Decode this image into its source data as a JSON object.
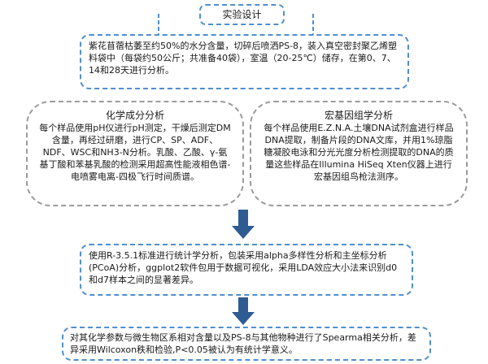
{
  "title": "实验设计",
  "step1": "紫花苜蓿枯萎至约50%的水分含量，切碎后喷洒PS-8，装入真空密封聚乙烯塑料袋中（每袋约50公斤；共准备40袋），室温（20-25℃）储存，在第0、7、14和28天进行分析。",
  "chemical": {
    "heading": "化学成分分析",
    "body": "每个样品使用pH仪进行pH测定，干燥后测定DM含量，再经过研磨，进行CP、SP、ADF、NDF、WSC和NH3-N分析。乳酸、乙酸、γ-氨基丁酸和苯基乳酸的检测采用超高性能液相色谱-电喷雾电离-四极飞行时间质谱。"
  },
  "metagenome": {
    "heading": "宏基因组学分析",
    "body": "每个样品使用E.Z.N.A.土壤DNA试剂盒进行样品DNA提取，制备片段的DNA文库，并用1%琼脂糖凝胶电泳和分光光度分析检测提取的DNA的质量这些样品在Illumina HiSeq Xten仪器上进行宏基因组鸟枪法测序。"
  },
  "step3": "使用R-3.5.1标准进行统计学分析，包装采用alpha多样性分析和主坐标分析(PCoA)分析，ggplot2软件包用于数据可视化，采用LDA效应大小法来识别d0和d7样本之间的显著差异。",
  "step4": "对其化学参数与微生物区系相对含量以及PS-8与其他物种进行了Spearma相关分析，差异采用Wilcoxon秩和检验,P<0.05被认为有统计学意义。",
  "colors": {
    "dashed_border": "#4f8fcf",
    "grey_border": "#9b9b9b",
    "arrow": "#2f5b93"
  }
}
